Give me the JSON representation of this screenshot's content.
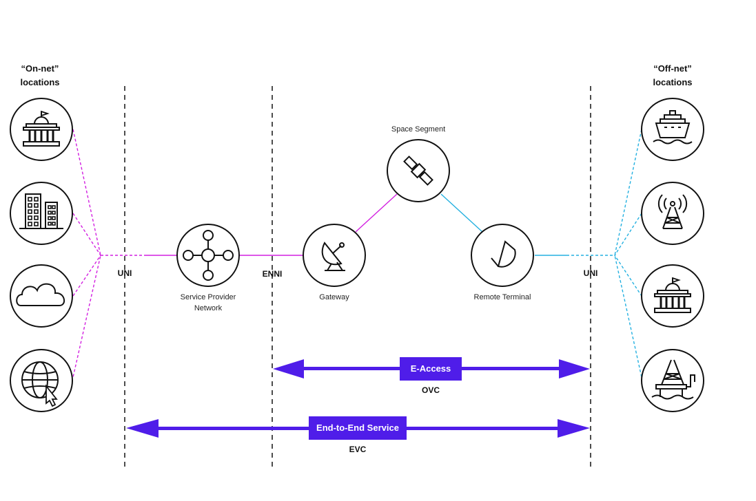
{
  "headings": {
    "on_net": [
      "“On-net”",
      "locations"
    ],
    "off_net": [
      "“Off-net”",
      "locations"
    ]
  },
  "nodes": {
    "space_segment": "Space Segment",
    "service_provider": [
      "Service Provider",
      "Network"
    ],
    "gateway": "Gateway",
    "remote_terminal": "Remote Terminal"
  },
  "interfaces": {
    "uni_left": "UNI",
    "enni": "ENNI",
    "uni_right": "UNI"
  },
  "services": {
    "e_access": {
      "label": "E-Access",
      "sublabel": "OVC"
    },
    "end_to_end": {
      "label": "End-to-End Service",
      "sublabel": "EVC"
    }
  },
  "on_net_icons": [
    "government-building-icon",
    "office-building-icon",
    "cloud-icon",
    "globe-cursor-icon"
  ],
  "off_net_icons": [
    "ship-icon",
    "radio-tower-icon",
    "government-building-icon",
    "oil-rig-icon"
  ],
  "colors": {
    "on_net_link": "#d21fe0",
    "off_net_link": "#23b0e0",
    "service_arrow": "#4f1de9",
    "outline": "#111111"
  }
}
